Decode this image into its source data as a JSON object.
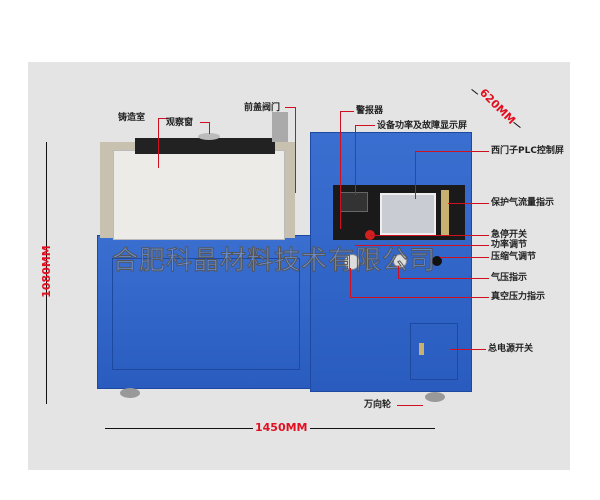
{
  "dimensions": {
    "height": "1080MM",
    "width": "1450MM",
    "depth": "620MM"
  },
  "labels": {
    "casting_chamber": "铸造室",
    "observation_window": "观察窗",
    "front_cover_valve": "前盖阀门",
    "alarm": "警报器",
    "power_fault_display": "设备功率及故障显示屏",
    "plc_screen": "西门子PLC控制屏",
    "gas_flow": "保护气流量指示",
    "emergency_stop": "急停开关",
    "power_adjust": "功率调节",
    "compressed_air": "压缩气调节",
    "air_pressure": "气压指示",
    "vacuum_pressure": "真空压力指示",
    "main_power": "总电源开关",
    "caster": "万向轮"
  },
  "watermark": "合肥科晶材料技术有限公司",
  "colors": {
    "machine_blue": "#2f62c6",
    "leader_red": "#d01020"
  }
}
